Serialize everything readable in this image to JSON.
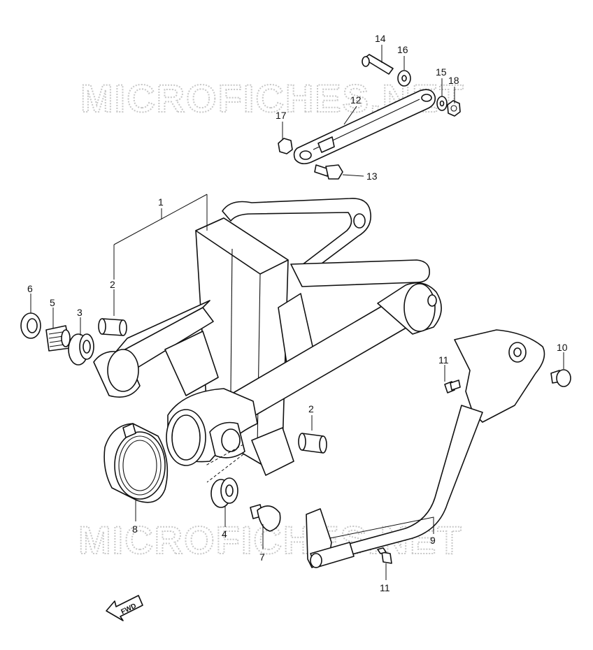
{
  "watermark": "MICROFICHES.NET",
  "fwd_label": "FWD",
  "callouts": [
    {
      "id": "c1",
      "label": "1"
    },
    {
      "id": "c2a",
      "label": "2"
    },
    {
      "id": "c2b",
      "label": "2"
    },
    {
      "id": "c3",
      "label": "3"
    },
    {
      "id": "c4",
      "label": "4"
    },
    {
      "id": "c5",
      "label": "5"
    },
    {
      "id": "c6",
      "label": "6"
    },
    {
      "id": "c7",
      "label": "7"
    },
    {
      "id": "c8",
      "label": "8"
    },
    {
      "id": "c9",
      "label": "9"
    },
    {
      "id": "c10",
      "label": "10"
    },
    {
      "id": "c11a",
      "label": "11"
    },
    {
      "id": "c11b",
      "label": "11"
    },
    {
      "id": "c12",
      "label": "12"
    },
    {
      "id": "c13",
      "label": "13"
    },
    {
      "id": "c14",
      "label": "14"
    },
    {
      "id": "c15",
      "label": "15"
    },
    {
      "id": "c16",
      "label": "16"
    },
    {
      "id": "c17",
      "label": "17"
    },
    {
      "id": "c18",
      "label": "18"
    }
  ]
}
